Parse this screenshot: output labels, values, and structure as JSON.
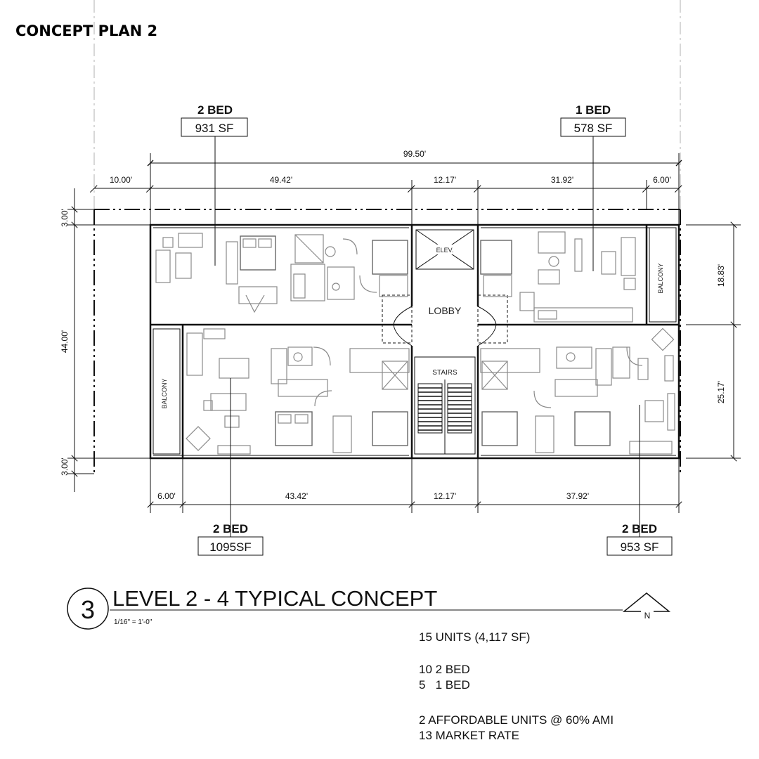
{
  "header": {
    "title": "CONCEPT PLAN 2"
  },
  "dimensions": {
    "top_overall": "99.50'",
    "top_left_setback": "10.00'",
    "top_unit_left": "49.42'",
    "top_core": "12.17'",
    "top_unit_right": "31.92'",
    "top_right_setback": "6.00'",
    "left_top_setback": "3.00'",
    "left_overall": "44.00'",
    "left_bottom_setback": "3.00'",
    "right_upper": "18.83'",
    "right_lower": "25.17'",
    "bottom_left_setback": "6.00'",
    "bottom_unit_left": "43.42'",
    "bottom_core": "12.17'",
    "bottom_unit_right": "37.92'"
  },
  "units": [
    {
      "name": "2 BED",
      "area": "931 SF"
    },
    {
      "name": "1 BED",
      "area": "578 SF"
    },
    {
      "name": "2 BED",
      "area": "1095SF"
    },
    {
      "name": "2 BED",
      "area": "953 SF"
    }
  ],
  "rooms": {
    "elevator": "ELEV.",
    "lobby": "LOBBY",
    "stairs": "STAIRS",
    "balcony_right": "BALCONY",
    "balcony_left": "BALCONY"
  },
  "drawing": {
    "number": "3",
    "title": "LEVEL 2 - 4 TYPICAL CONCEPT",
    "scale": "1/16\" = 1'-0\"",
    "north": "N"
  },
  "summary": {
    "line1": "15 UNITS (4,117 SF)",
    "line2": "10 2 BED",
    "line3": "5   1 BED",
    "line4": "2 AFFORDABLE UNITS @ 60% AMI",
    "line5": "13 MARKET RATE"
  }
}
